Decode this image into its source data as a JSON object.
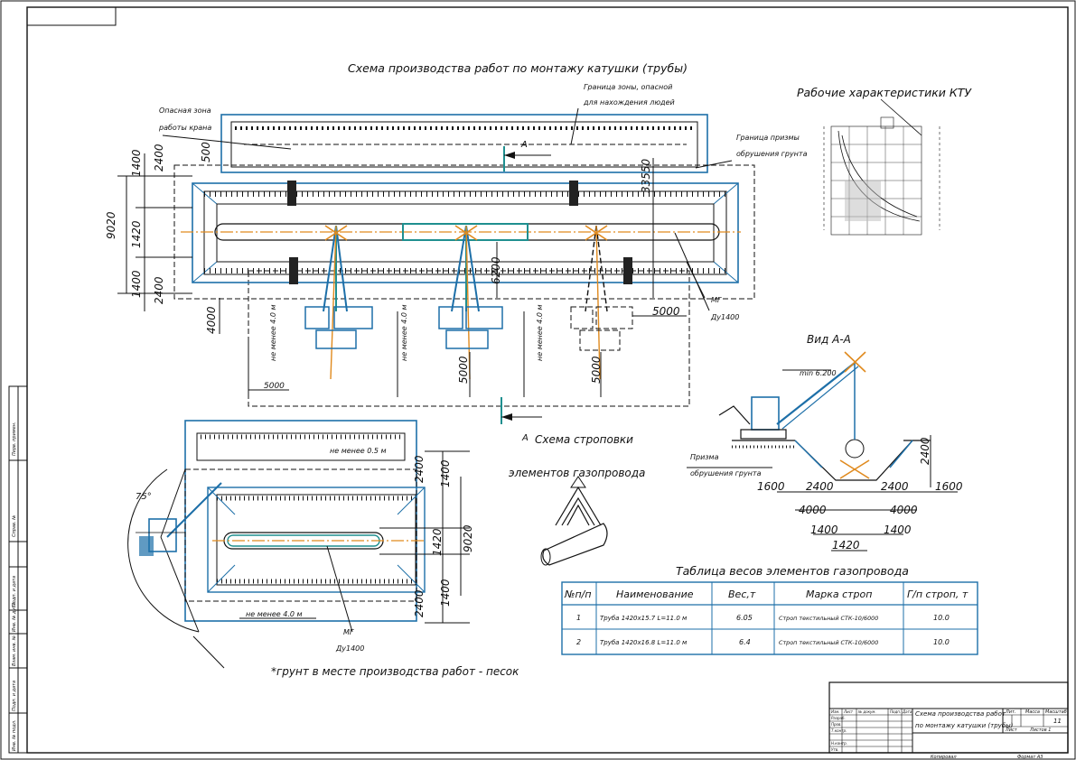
{
  "titles": {
    "main": "Схема производства работ по монтажу катушки (трубы)",
    "ktu": "Рабочие характеристики КТУ",
    "section": "Вид А-А",
    "sling": "Схема строповки элементов газопровода",
    "weights_table": "Таблица весов элементов газопровода",
    "soil_note": "*грунт в месте производства работ - песок"
  },
  "labels": {
    "danger_zone": [
      "Опасная зона",
      "работы крана"
    ],
    "zone_boundary": [
      "Граница зоны, опасной",
      "для нахождения людей"
    ],
    "prism_boundary": [
      "Граница призмы",
      "обрушения грунта"
    ],
    "prism_section": [
      "Призма",
      "обрушения грунта"
    ],
    "section_mark": "А",
    "mg": "МГ",
    "du": "Ду1400",
    "not_less_4": "не менее 4.0 м",
    "not_less_05": "не менее 0.5 м",
    "angle": "75°",
    "boom": "min 6.200"
  },
  "dims": {
    "top": [
      "1400",
      "2400",
      "9020",
      "1420",
      "1400",
      "2400",
      "500",
      "4000",
      "5000",
      "5000",
      "5000",
      "5000",
      "33550",
      "6200"
    ],
    "lower": [
      "2400",
      "1400",
      "1420",
      "9020",
      "1400",
      "2400"
    ],
    "section": [
      "1600",
      "2400",
      "2400",
      "1600",
      "4000",
      "4000",
      "1400",
      "1400",
      "1420",
      "2400"
    ]
  },
  "table": {
    "headers": [
      "№п/п",
      "Наименование",
      "Вес,т",
      "Марка строп",
      "Г/п строп, т"
    ],
    "rows": [
      [
        "1",
        "Труба 1420х15.7 L=11.0 м",
        "6.05",
        "Строп текстильный СТК-10/6000",
        "10.0"
      ],
      [
        "2",
        "Труба 1420х16.8 L=11.0 м",
        "6.4",
        "Строп текстильный СТК-10/6000",
        "10.0"
      ]
    ]
  },
  "stamp": {
    "title": [
      "Схема производства работ",
      "по монтажу катушки (трубы)"
    ],
    "lit": "Лит.",
    "mass": "Масса",
    "scale": "Масштаб",
    "sheet_num": "11",
    "sheet": "Лист",
    "sheets": "Листов 1",
    "copied": "Копировал",
    "format": "Формат А3",
    "rows": [
      "Изм.",
      "Лист",
      "№ докум.",
      "Подп.",
      "Дата",
      "Разраб.",
      "Пров.",
      "Т.контр.",
      "Н.контр.",
      "Утв."
    ]
  },
  "side_stamp": [
    "Перв. примен.",
    "Справ. №",
    "Подп. и дата",
    "Инв. № дубл.",
    "Взам. инв. №",
    "Подп. и дата",
    "Инв. № подл."
  ]
}
